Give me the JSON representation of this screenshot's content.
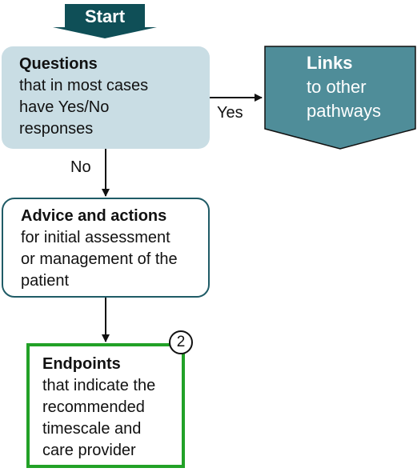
{
  "diagram": {
    "nodes": {
      "start": {
        "label": "Start",
        "color": "#0f4f57"
      },
      "questions": {
        "title": "Questions",
        "body": "that in most cases\nhave Yes/No\nresponses",
        "color": "#c9dde4"
      },
      "links": {
        "title": "Links",
        "body": "to other\npathways",
        "color": "#4f8d99"
      },
      "advice": {
        "title": "Advice and actions",
        "body": "for initial assessment\nor management of the\npatient",
        "border_color": "#1f5b66"
      },
      "endpoints": {
        "title": "Endpoints",
        "body": "that indicate the\nrecommended\ntimescale and\ncare provider",
        "border_color": "#22a127",
        "badge": "2"
      }
    },
    "edges": [
      {
        "from": "start",
        "to": "questions"
      },
      {
        "from": "questions",
        "to": "links",
        "label": "Yes"
      },
      {
        "from": "questions",
        "to": "advice",
        "label": "No"
      },
      {
        "from": "advice",
        "to": "endpoints"
      }
    ]
  }
}
